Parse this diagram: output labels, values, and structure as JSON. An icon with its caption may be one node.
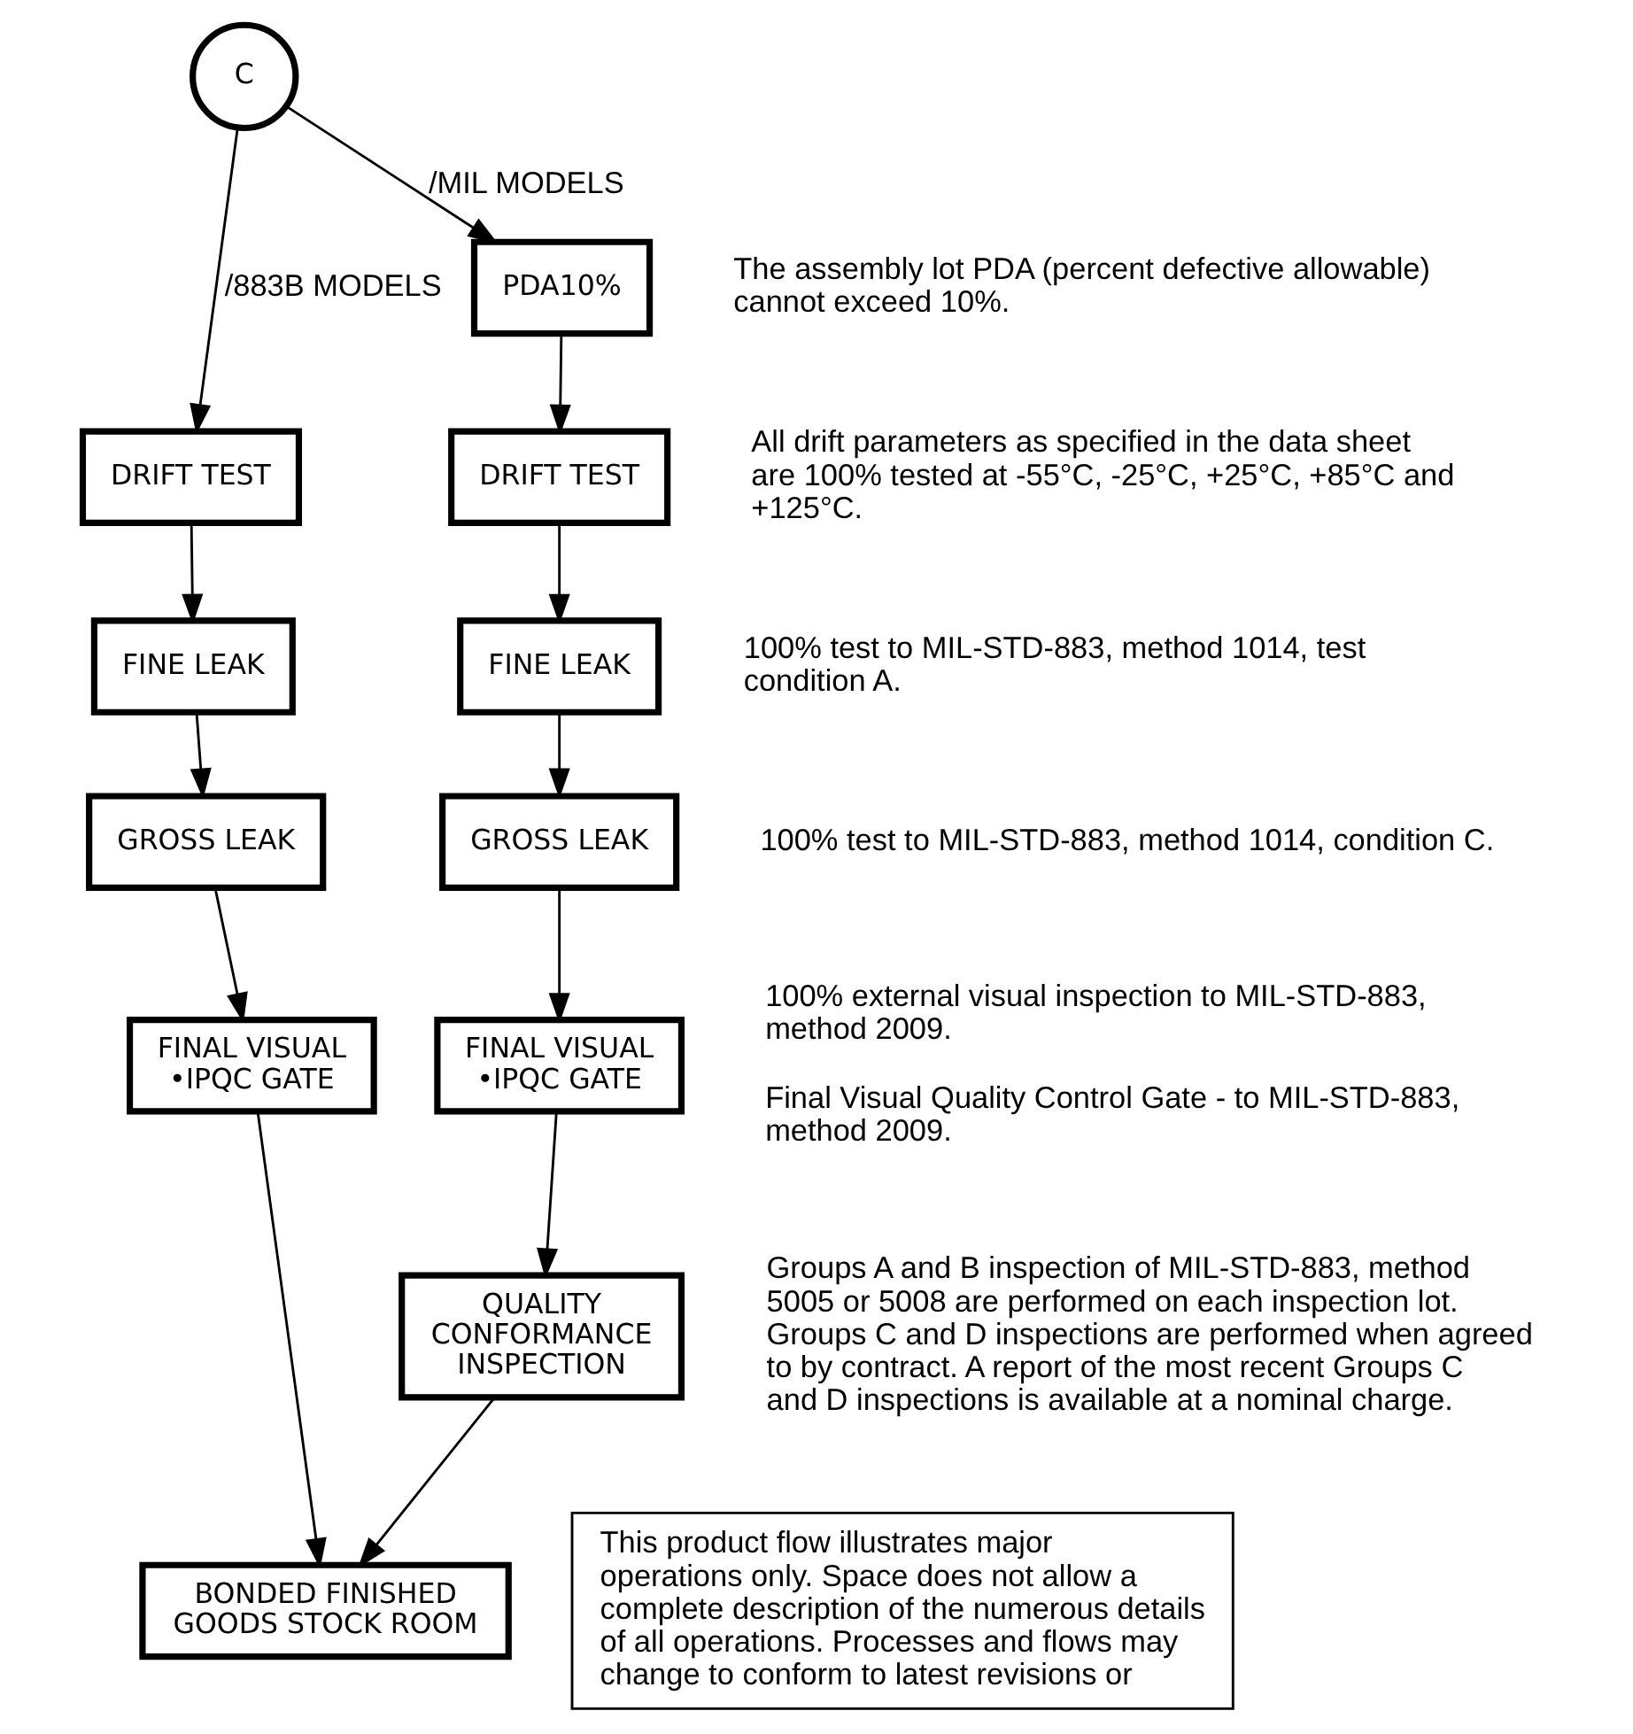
{
  "diagram": {
    "nodes": [
      {
        "text": [
          "C"
        ]
      },
      {
        "text": [
          "PDA10%"
        ],
        "beside": [
          "The assembly lot PDA (percent defective allowable) cannot exceed 10%."
        ]
      },
      {
        "text": [
          "DRIFT TEST"
        ]
      },
      {
        "text": [
          "DRIFT TEST"
        ],
        "beside": [
          "All drift parameters as specified in the data sheet are 100% tested at -55°C, -25°C, +25°C, +85°C and +125°C."
        ]
      },
      {
        "text": [
          "FINE LEAK"
        ]
      },
      {
        "text": [
          "FINE LEAK"
        ],
        "beside": [
          "100% test to MIL-STD-883, method 1014, test condition A."
        ]
      },
      {
        "text": [
          "GROSS LEAK"
        ]
      },
      {
        "text": [
          "GROSS LEAK"
        ],
        "beside": [
          "100% test to MIL-STD-883, method 1014, condition C."
        ]
      },
      {
        "text": [
          "FINAL VISUAL •IPQC GATE"
        ]
      },
      {
        "text": [
          "FINAL VISUAL •IPQC GATE"
        ],
        "beside": [
          "100% external visual inspection to MIL-STD-883, method 2009.",
          "Final Visual Quality Control Gate - to MIL-STD-883, method 2009."
        ]
      },
      {
        "text": [
          "QUALITY CONFORMANCE INSPECTION"
        ],
        "beside": [
          "Groups A and B inspection of MIL-STD-883, method 5005 or 5008 are performed on each inspection lot. Groups C and D inspections are performed when agreed to by contract. A report of the most recent Groups C and D inspections is available at a nominal charge."
        ]
      },
      {
        "text": [
          "BONDED FINISHED GOODS STOCK ROOM"
        ]
      },
      {
        "text": [
          "This product flow illustrates major operations only. Space does not allow a complete description of the numerous details of all operations. Processes and flows may change to conform to latest revisions or"
        ]
      }
    ],
    "edges": [
      {
        "from": 0,
        "to": 2,
        "arrow": "to",
        "label": "/883B MODELS"
      },
      {
        "from": 0,
        "to": 1,
        "arrow": "to",
        "label": "/MIL MODELS"
      },
      {
        "from": 1,
        "to": 3,
        "arrow": "to"
      },
      {
        "from": 2,
        "to": 4,
        "arrow": "to"
      },
      {
        "from": 3,
        "to": 5,
        "arrow": "to"
      },
      {
        "from": 4,
        "to": 6,
        "arrow": "to"
      },
      {
        "from": 5,
        "to": 7,
        "arrow": "to"
      },
      {
        "from": 6,
        "to": 8,
        "arrow": "to"
      },
      {
        "from": 7,
        "to": 9,
        "arrow": "to"
      },
      {
        "from": 9,
        "to": 10,
        "arrow": "to"
      },
      {
        "from": 8,
        "to": 11,
        "arrow": "to"
      },
      {
        "from": 10,
        "to": 11,
        "arrow": "to"
      }
    ]
  }
}
